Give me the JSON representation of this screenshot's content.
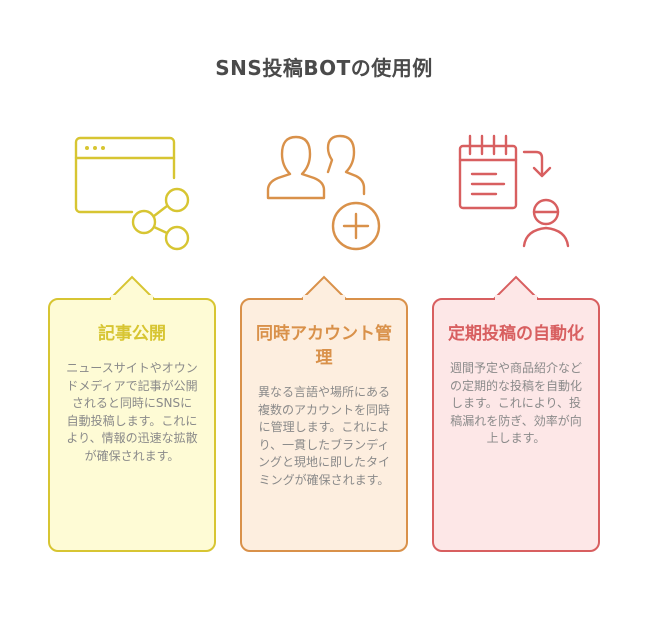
{
  "title": "SNS投稿BOTの使用例",
  "colors": {
    "yellow": "#d7c532",
    "orange": "#d9914a",
    "red": "#d85f60"
  },
  "cards": [
    {
      "icon": "browser-share-icon",
      "title": "記事公開",
      "text": "ニュースサイトやオウンドメディアで記事が公開されると同時にSNSに自動投稿します。これにより、情報の迅速な拡散が確保されます。"
    },
    {
      "icon": "users-add-icon",
      "title": "同時アカウント管理",
      "text": "異なる言語や場所にある複数のアカウントを同時に管理します。これにより、一貫したブランディングと現地に即したタイミングが確保されます。"
    },
    {
      "icon": "calendar-user-icon",
      "title": "定期投稿の自動化",
      "text": "週間予定や商品紹介などの定期的な投稿を自動化します。これにより、投稿漏れを防ぎ、効率が向上します。"
    }
  ]
}
